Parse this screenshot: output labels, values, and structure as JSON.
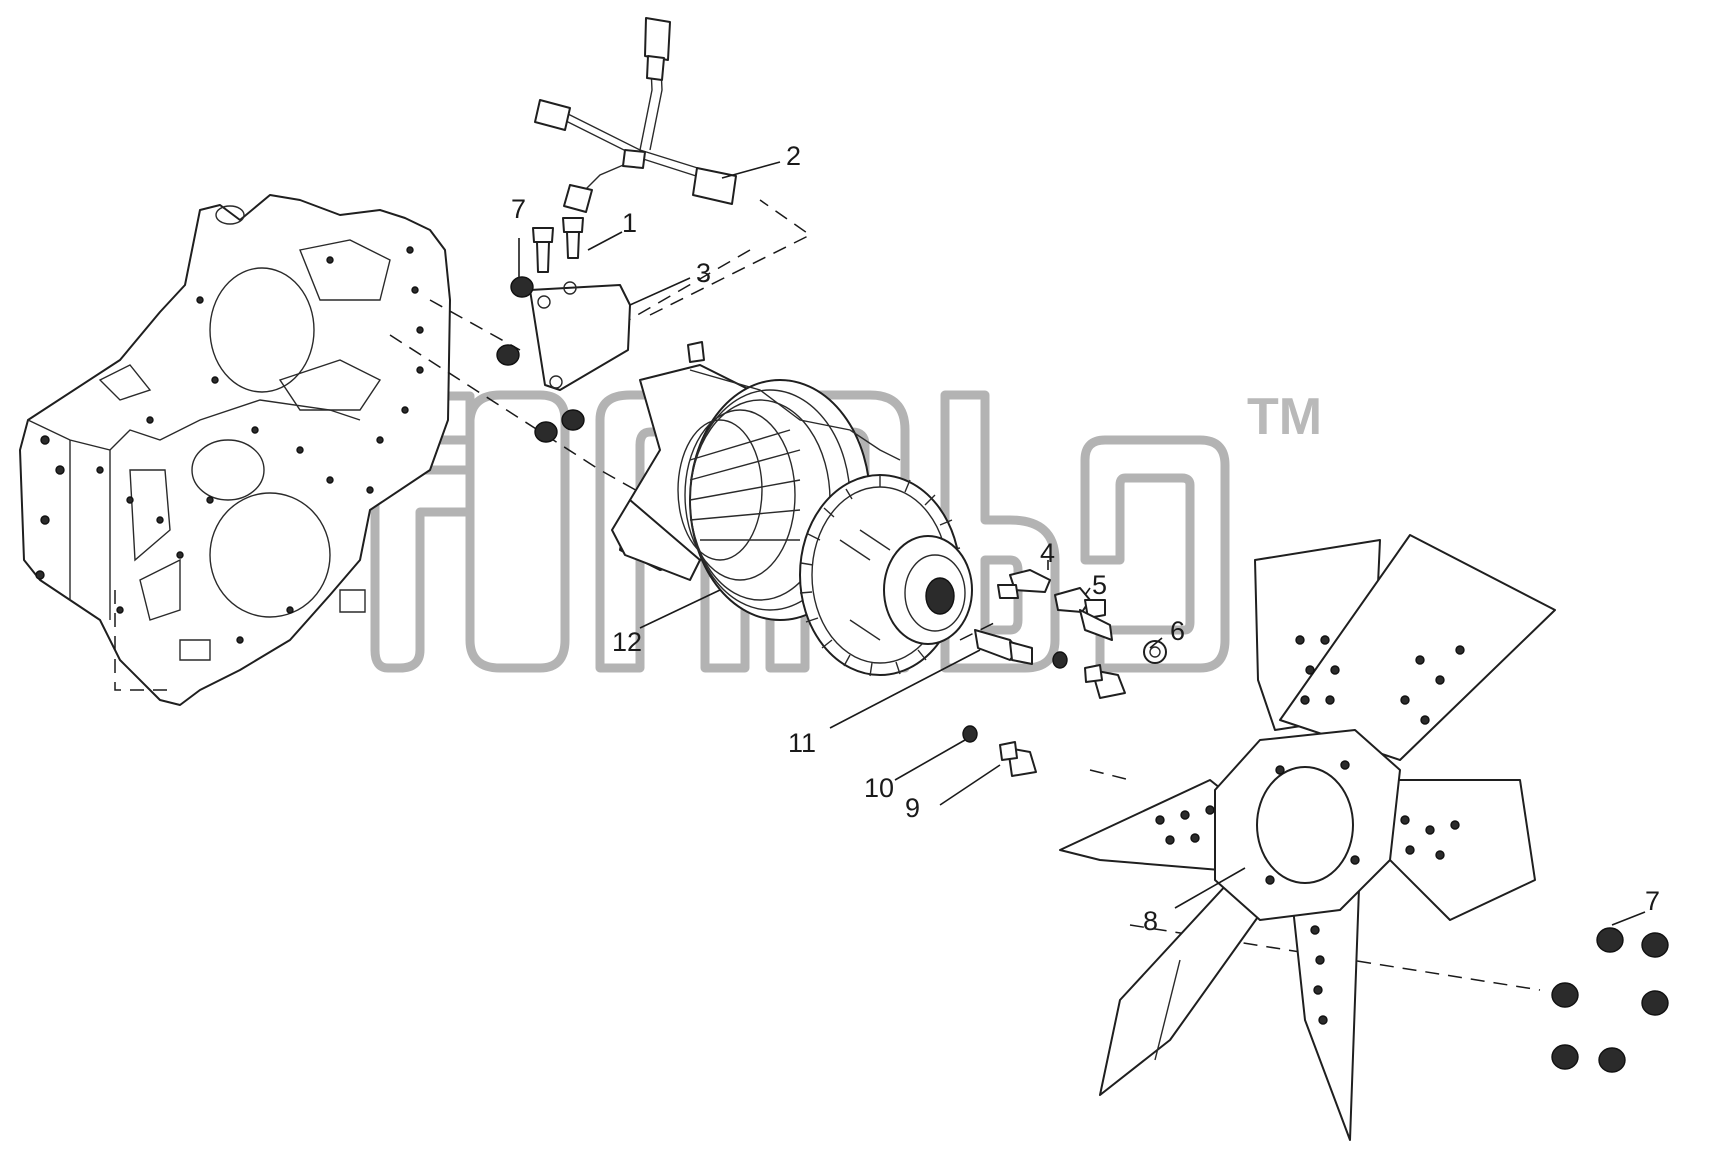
{
  "diagram": {
    "watermark": {
      "tm": "TM"
    },
    "callouts": [
      {
        "id": "c1",
        "label": "1"
      },
      {
        "id": "c2",
        "label": "2"
      },
      {
        "id": "c3",
        "label": "3"
      },
      {
        "id": "c4",
        "label": "4"
      },
      {
        "id": "c5",
        "label": "5"
      },
      {
        "id": "c6",
        "label": "6"
      },
      {
        "id": "c7a",
        "label": "7"
      },
      {
        "id": "c7b",
        "label": "7"
      },
      {
        "id": "c8",
        "label": "8"
      },
      {
        "id": "c9",
        "label": "9"
      },
      {
        "id": "c10",
        "label": "10"
      },
      {
        "id": "c11",
        "label": "11"
      },
      {
        "id": "c12",
        "label": "12"
      }
    ]
  }
}
